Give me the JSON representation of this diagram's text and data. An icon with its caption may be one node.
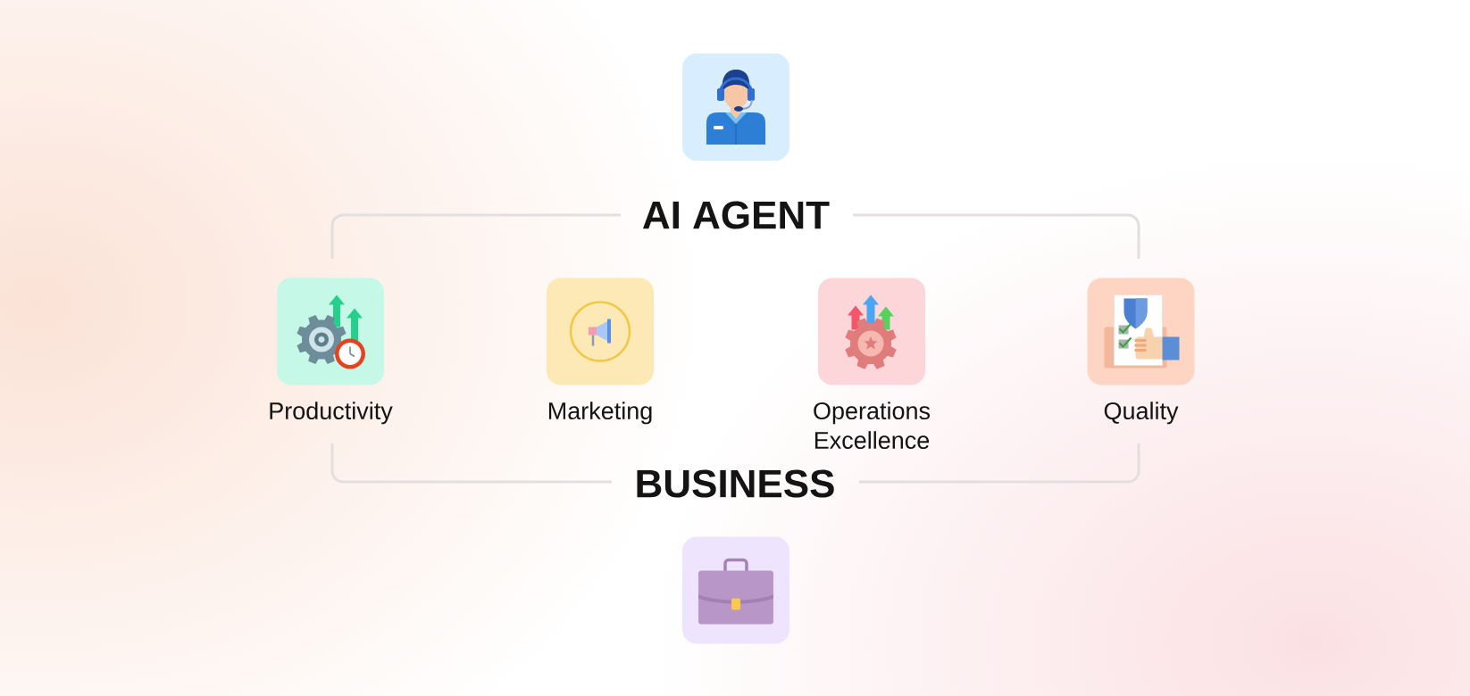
{
  "diagram": {
    "nodes": [
      {
        "text": [],
        "shape": "picture"
      },
      {
        "text": [
          "Productivity"
        ]
      },
      {
        "text": [
          "Marketing"
        ]
      },
      {
        "text": [
          "Operations Excellence"
        ]
      },
      {
        "text": [
          "Quality"
        ]
      },
      {
        "text": [],
        "shape": "picture"
      }
    ],
    "labels": [
      "AI AGENT",
      "BUSINESS"
    ]
  }
}
